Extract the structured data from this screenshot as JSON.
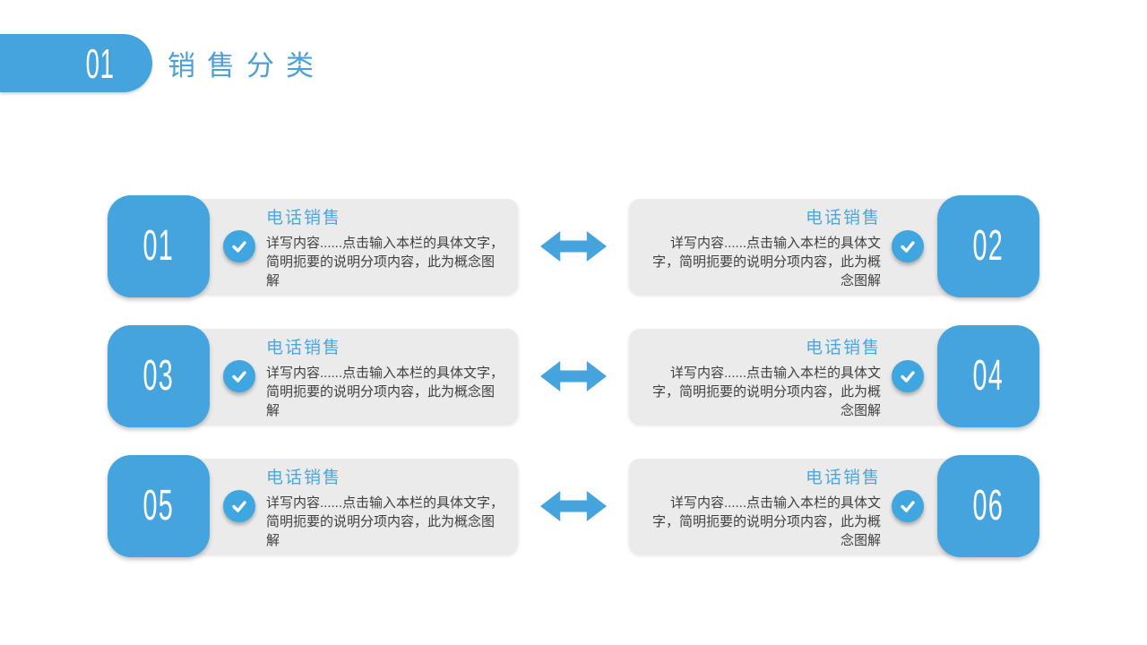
{
  "header": {
    "badge_number": "01",
    "title": "销售分类"
  },
  "colors": {
    "accent_blue": "#45A3DE",
    "card_title_blue": "#4BA7DF",
    "card_background": "#EBEBEB",
    "body_text": "#3F3F3F",
    "background": "#FFFFFF"
  },
  "icons": {
    "check": "check-icon",
    "arrow": "double-headed-arrow-icon"
  },
  "rows": [
    {
      "left": {
        "number": "01",
        "title": "电话销售",
        "description": "详写内容......点击输入本栏的具体文字，简明扼要的说明分项内容，此为概念图解"
      },
      "right": {
        "number": "02",
        "title": "电话销售",
        "description": "详写内容......点击输入本栏的具体文字，简明扼要的说明分项内容，此为概念图解"
      }
    },
    {
      "left": {
        "number": "03",
        "title": "电话销售",
        "description": "详写内容......点击输入本栏的具体文字，简明扼要的说明分项内容，此为概念图解"
      },
      "right": {
        "number": "04",
        "title": "电话销售",
        "description": "详写内容......点击输入本栏的具体文字，简明扼要的说明分项内容，此为概念图解"
      }
    },
    {
      "left": {
        "number": "05",
        "title": "电话销售",
        "description": "详写内容......点击输入本栏的具体文字，简明扼要的说明分项内容，此为概念图解"
      },
      "right": {
        "number": "06",
        "title": "电话销售",
        "description": "详写内容......点击输入本栏的具体文字，简明扼要的说明分项内容，此为概念图解"
      }
    }
  ]
}
